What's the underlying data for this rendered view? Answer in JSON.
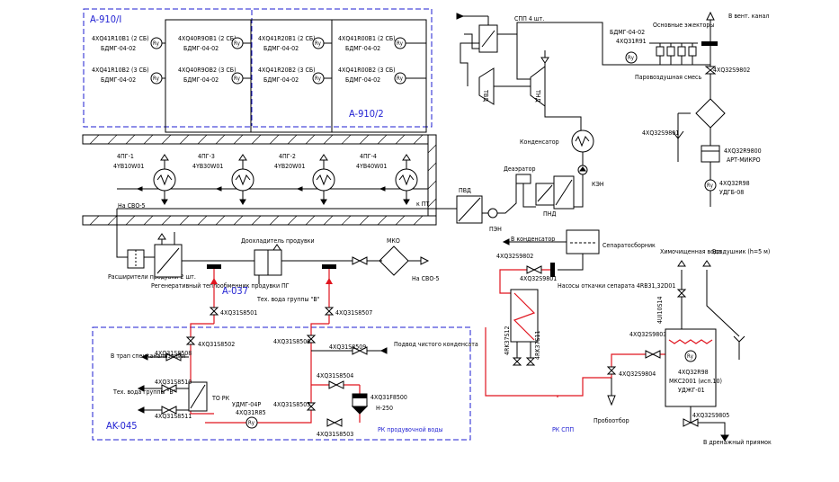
{
  "zones": {
    "a910_1": "A-910/I",
    "a910_2": "A-910/2",
    "a037": "A-037",
    "ak045": "AK-045",
    "rk_water": "РК продувочной воды",
    "rk_spp": "РК СПП"
  },
  "sensors": [
    {
      "tag": "4XQ41R10B1 (2 СБ)",
      "dev": "БДМГ-04-02"
    },
    {
      "tag": "4XQ41R10B2 (3 СБ)",
      "dev": "БДМГ-04-02"
    },
    {
      "tag": "4XQ40R9OB1 (2 СБ)",
      "dev": "БДМГ-04-02"
    },
    {
      "tag": "4XQ40R9OB2 (3 СБ)",
      "dev": "БДМГ-04-02"
    },
    {
      "tag": "4XQ41R20B1 (2 СБ)",
      "dev": "БДМГ-04-02"
    },
    {
      "tag": "4XQ41R20B2 (3 СБ)",
      "dev": "БДМГ-04-02"
    },
    {
      "tag": "4XQ41R00B1 (2 СБ)",
      "dev": "БДМГ-04-02"
    },
    {
      "tag": "4XQ41R00B2 (3 СБ)",
      "dev": "БДМГ-04-02"
    }
  ],
  "sg": [
    {
      "name": "4ПГ-1",
      "tag": "4YB10W01"
    },
    {
      "name": "4ПГ-3",
      "tag": "4YB30W01"
    },
    {
      "name": "4ПГ-2",
      "tag": "4YB20W01"
    },
    {
      "name": "4ПГ-4",
      "tag": "4YB40W01"
    }
  ],
  "labels": {
    "na_svo5_left": "На СВО-5",
    "k_pt": "к ПТ",
    "spp": "СПП 4 шт.",
    "tvd": "ТВД",
    "tnd": "ТНД",
    "condenser": "Конденсатор",
    "ken": "КЭН",
    "deaerator": "Деаэратор",
    "pvd": "ПВД",
    "pnd": "ПНД",
    "pen": "ПЭН",
    "bdmg_top": "БДМГ-04-02",
    "tag_top": "4XQ31R91",
    "ejectors": "Основные эжекторы",
    "steam_air": "Паровоздушная смесь",
    "to_vent": "В вент. канал",
    "v_top_right": "4XQ32S9802",
    "v_mid_right": "4XQ32S9801",
    "art_tag": "4XQ32R9800",
    "art_name": "АРТ-МИКРО",
    "udg_tag": "4XQ32R98",
    "udg_name": "УДГБ-08",
    "filter_tag": "Расширители продувки 2 шт.",
    "regen_hx": "Регенеративный теплообменник продувки ПГ",
    "aftercooler": "Доохладитель продувки",
    "tech_water_v": "Тех. вода группы \"В\"",
    "mko": "МКО",
    "na_svo5_right": "На СВО-5",
    "v_8501": "4XQ31S8501",
    "v_8507": "4XQ31S8507",
    "v_8502": "4XQ31S8502",
    "v_8506": "4XQ31S8506",
    "v_8508": "4XQ31S8508",
    "v_8509": "4XQ31S8509",
    "v_8510": "4XQ31S8510",
    "v_8511": "4XQ31S8511",
    "v_8504": "4XQ31S8504",
    "v_8505": "4XQ31S8505",
    "v_8503": "4XQ31S8503",
    "v_8500": "4XQ31F8500",
    "to_trap": "В трап спецканализации",
    "tech_water_v2": "Тех. вода группы \"В\"",
    "to_rk": "ТО РК",
    "udmg": "УДМГ-04Р",
    "udmg_tag": "4XQ31R85",
    "clean_cond": "Подвод чистого конденсата",
    "n250": "Н-250",
    "to_condenser": "В конденсатор",
    "separator_tank": "Сепаратосборник",
    "v_9802": "4XQ32S9802",
    "v_9801": "4XQ32S9801",
    "sep_pumps": "Насосы откачки сепарата 4RB31,32D01",
    "v_4rk3_1": "4RK37S12",
    "v_4rk3_2": "4RK37S11",
    "chem_water": "Химочищенная вода",
    "air_duct": "Воздушник (h=5 м)",
    "v_9803": "4XQ32S9803",
    "v_9804": "4XQ32S9804",
    "v_4ui": "4UI10S14",
    "mks_tag": "4XQ32R98",
    "mks_name": "МКС2001 (исп.10)",
    "udzh": "УДЖГ-01",
    "sampler": "Пробоотбор",
    "v_9805": "4XQ32S9805",
    "to_drain": "В дренажный приямок",
    "ry": "Rу"
  }
}
